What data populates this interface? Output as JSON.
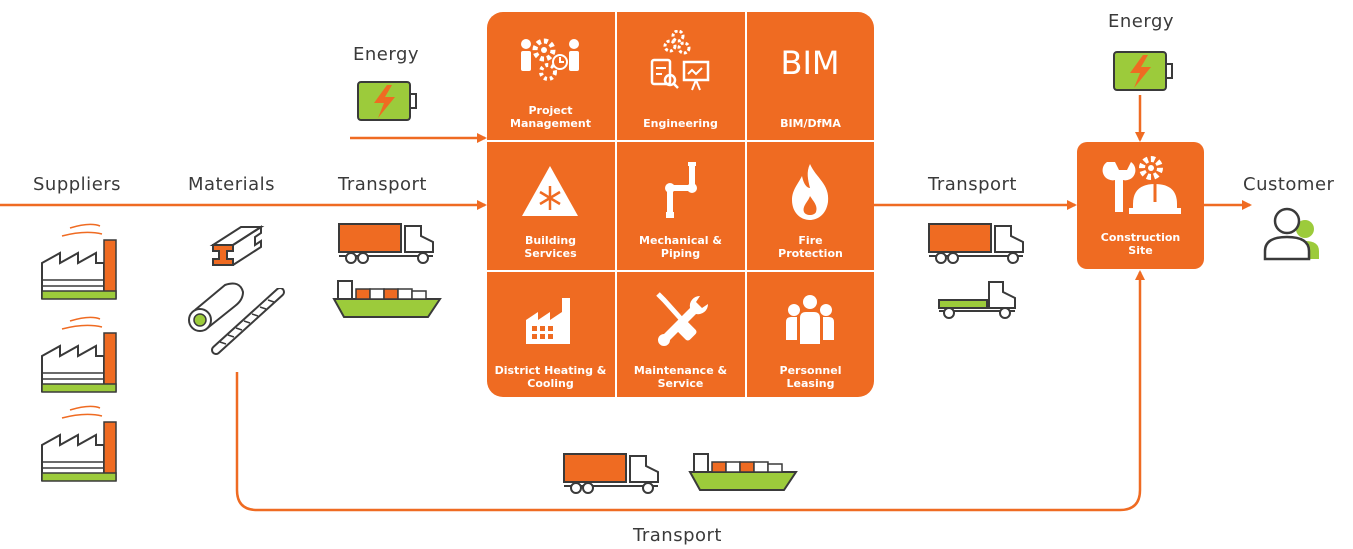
{
  "labels": {
    "suppliers": "Suppliers",
    "materials": "Materials",
    "transport_in": "Transport",
    "energy_in": "Energy",
    "transport_out": "Transport",
    "energy_site": "Energy",
    "customer": "Customer",
    "transport_bottom": "Transport"
  },
  "services": [
    {
      "label": "Project\nManagement",
      "icon": "project-management-icon"
    },
    {
      "label": "Engineering",
      "icon": "engineering-icon"
    },
    {
      "label": "BIM/DfMA",
      "icon": "bim-icon",
      "icon_text": "BIM"
    },
    {
      "label": "Building\nServices",
      "icon": "snowflake-warning-icon"
    },
    {
      "label": "Mechanical &\nPiping",
      "icon": "pipe-icon"
    },
    {
      "label": "Fire\nProtection",
      "icon": "flame-icon"
    },
    {
      "label": "District Heating &\nCooling",
      "icon": "factory-icon"
    },
    {
      "label": "Maintenance &\nService",
      "icon": "wrench-screwdriver-icon"
    },
    {
      "label": "Personnel\nLeasing",
      "icon": "people-icon"
    }
  ],
  "construction_site": {
    "label": "Construction\nSite",
    "icon": "tools-helmet-icon"
  },
  "colors": {
    "orange": "#ef6b22",
    "green": "#9ccb3b",
    "dark": "#3a3a3a",
    "white": "#ffffff"
  }
}
